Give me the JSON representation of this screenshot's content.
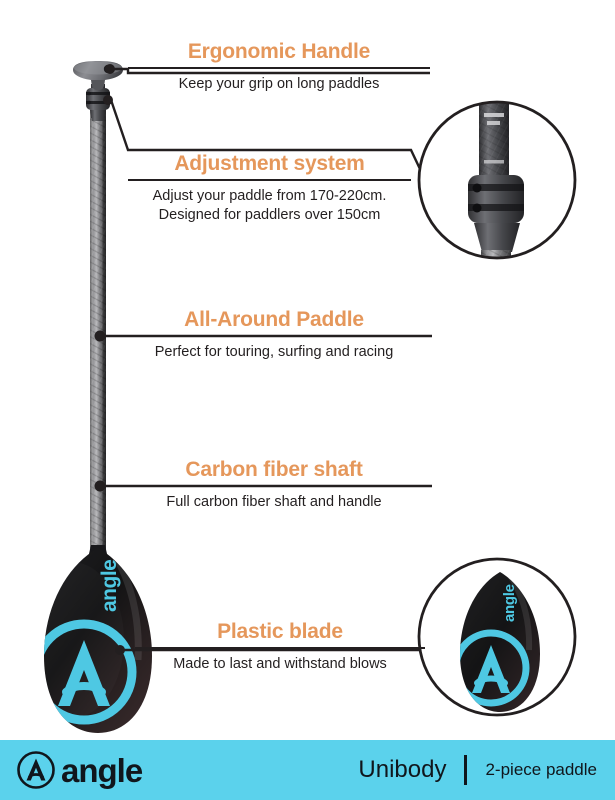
{
  "document": {
    "type": "product-infographic",
    "product": "SUP paddle"
  },
  "callouts": [
    {
      "id": "ergonomic-handle",
      "title": "Ergonomic Handle",
      "description": "Keep your grip on long paddles"
    },
    {
      "id": "adjustment-system",
      "title": "Adjustment system",
      "description_line1": "Adjust your paddle from 170-220cm.",
      "description_line2": "Designed for paddlers over 150cm"
    },
    {
      "id": "all-around-paddle",
      "title": "All-Around Paddle",
      "description": "Perfect for touring, surfing and racing"
    },
    {
      "id": "carbon-fiber-shaft",
      "title": "Carbon fiber shaft",
      "description": "Full carbon fiber shaft and handle"
    },
    {
      "id": "plastic-blade",
      "title": "Plastic blade",
      "description": "Made to last and withstand blows"
    }
  ],
  "product_art": {
    "blade_logo_text": "angle",
    "blade_vertical_text": "angle",
    "inset_top_name": "adjustment-clamp-closeup",
    "inset_bottom_name": "blade-closeup"
  },
  "footer": {
    "brand": "angle",
    "logo_icon": "angle-circle-a-logo",
    "model": "Unibody",
    "variant": "2-piece paddle"
  },
  "colors": {
    "accent_orange": "#e5975b",
    "brand_cyan": "#5bd2ec",
    "ink": "#231f20",
    "footer_text": "#10161c"
  }
}
